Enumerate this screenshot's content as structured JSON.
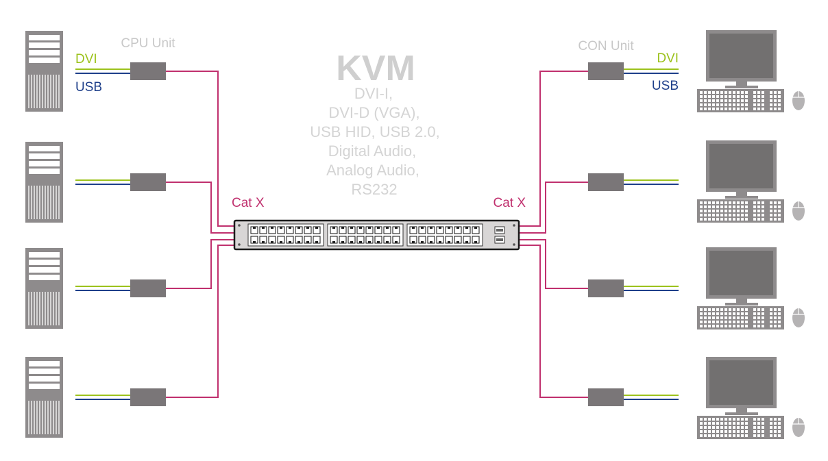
{
  "colors": {
    "cat_line": "#c0306e",
    "dvi_line": "#9cc21c",
    "usb_line": "#1e3f8a",
    "unit_box": "#7a7678",
    "tower": "#8e8b8c",
    "monitor": "#8e8b8c",
    "keyboard": "#8e8b8c",
    "title_gray": "#cfcfcf",
    "subtitle_gray": "#d4d4d4",
    "unit_label_gray": "#c8c8c8",
    "switch_body": "#d8d6d6",
    "switch_border": "#1a1a1a"
  },
  "labels": {
    "cpu_unit": "CPU Unit",
    "con_unit": "CON Unit",
    "dvi_left": "DVI",
    "usb_left": "USB",
    "dvi_right": "DVI",
    "usb_right": "USB",
    "catx_left": "Cat X",
    "catx_right": "Cat X"
  },
  "center": {
    "title": "KVM",
    "lines": [
      "DVI-I,",
      "DVI-D (VGA),",
      "USB HID, USB 2.0,",
      "Digital Audio,",
      "Analog Audio,",
      "RS232"
    ]
  },
  "icons": {
    "tower": "server-tower-icon",
    "monitor": "monitor-icon",
    "keyboard": "keyboard-icon",
    "mouse": "mouse-icon"
  },
  "channel_count": 4
}
